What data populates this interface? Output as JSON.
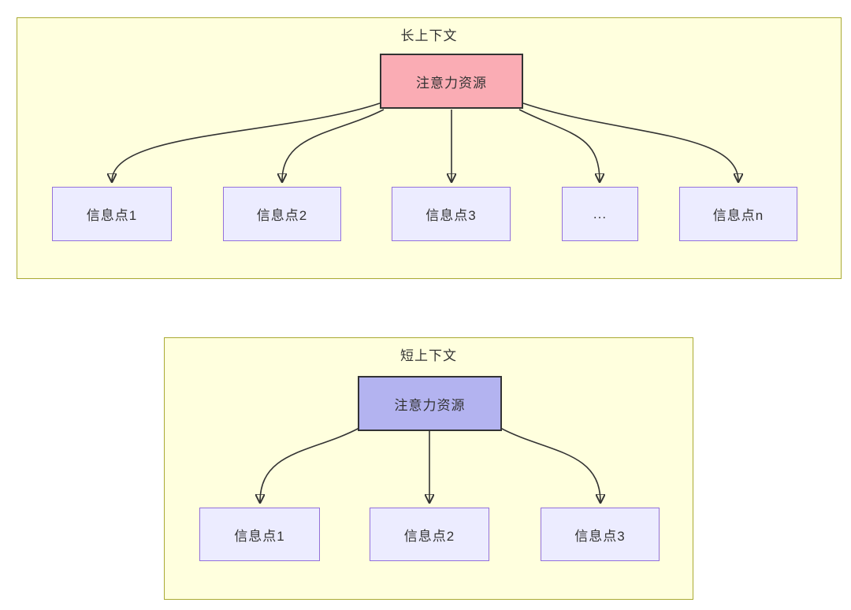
{
  "long_context": {
    "title": "长上下文",
    "root_label": "注意力资源",
    "children": [
      "信息点1",
      "信息点2",
      "信息点3",
      "...",
      "信息点n"
    ]
  },
  "short_context": {
    "title": "短上下文",
    "root_label": "注意力资源",
    "children": [
      "信息点1",
      "信息点2",
      "信息点3"
    ]
  },
  "colors": {
    "cluster_fill": "#ffffde",
    "cluster_border": "#aaaa33",
    "node_fill": "#ececff",
    "node_border": "#9370db",
    "long_root_fill": "#faacb4",
    "short_root_fill": "#b3b3f0",
    "root_border": "#333333",
    "edge": "#333333",
    "text": "#333333"
  }
}
